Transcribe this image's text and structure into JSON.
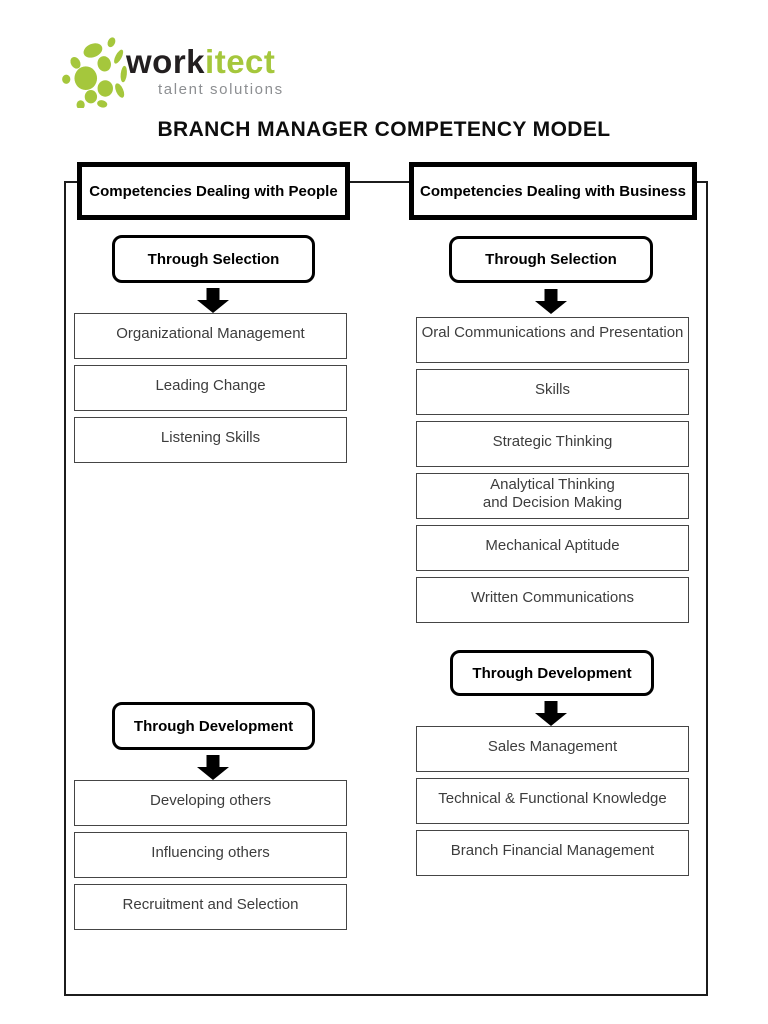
{
  "logo": {
    "brand_bold": "work",
    "brand_accent": "itect",
    "tagline": "talent solutions"
  },
  "title": "BRANCH MANAGER COMPETENCY MODEL",
  "colors": {
    "accent_green": "#a5c73c",
    "tagline_gray": "#8d8f92",
    "border_black": "#000000",
    "item_border_gray": "#454545",
    "item_text_gray": "#3d3d3d"
  },
  "columns": [
    {
      "header": "Competencies Dealing with People",
      "sections": [
        {
          "label": "Through Selection",
          "items": [
            "Organizational Management",
            "Leading Change",
            "Listening Skills"
          ]
        },
        {
          "label": "Through Development",
          "items": [
            "Developing others",
            "Influencing others",
            "Recruitment and Selection"
          ]
        }
      ]
    },
    {
      "header": "Competencies Dealing with Business",
      "sections": [
        {
          "label": "Through Selection",
          "items": [
            "Oral Communications and Presentation",
            "Skills",
            "Strategic Thinking",
            "Analytical Thinking\nand Decision Making",
            "Mechanical Aptitude",
            "Written Communications"
          ]
        },
        {
          "label": "Through Development",
          "items": [
            "Sales Management",
            "Technical & Functional Knowledge",
            "Branch Financial Management"
          ]
        }
      ]
    }
  ]
}
